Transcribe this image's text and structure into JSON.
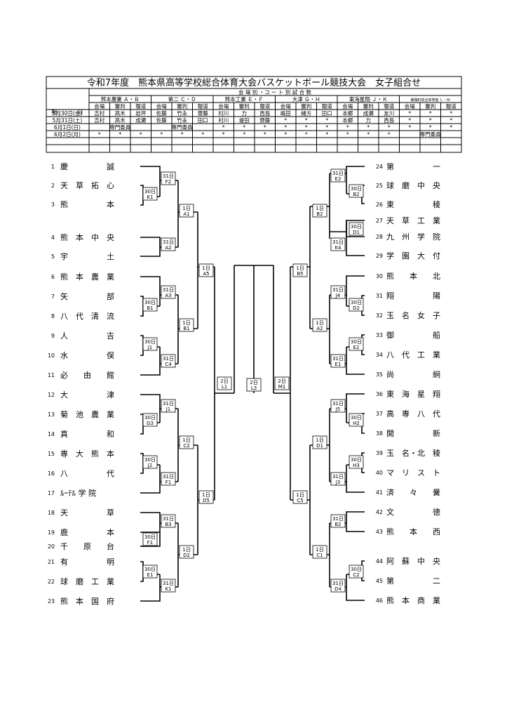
{
  "title": "令和7年度　熊本県高等学校総合体育大会バスケットボール競技大会　女子組合せ",
  "schedule": {
    "caption": "会 場 別 ・コ ー ト 別 試 合 数",
    "day_header": "期　　　　日",
    "venues": [
      "熊本農業 Ａ・Ｂ",
      "第二 Ｃ・Ｄ",
      "熊本工業 Ｅ・Ｆ",
      "大津 Ｇ・Ｈ",
      "東海星翔 Ｊ・Ｋ",
      "菊陽町総合体育館 Ｌ・Ｍ"
    ],
    "roles": [
      "会場",
      "審判",
      "報道"
    ],
    "rows": [
      {
        "date": "5月30日(金)",
        "cells": [
          "吉村",
          "高木",
          "岩坪",
          "佐藤",
          "竹永",
          "齋藤",
          "村川",
          "力",
          "西島",
          "嶋田",
          "緒方",
          "田口",
          "本郷",
          "成瀬",
          "友川",
          "*",
          "*",
          "*"
        ]
      },
      {
        "date": "5月31日(土)",
        "cells": [
          "吉村",
          "高木",
          "成瀬",
          "佐藤",
          "竹永",
          "田口",
          "村川",
          "堤田",
          "齋藤",
          "*",
          "*",
          "*",
          "本郷",
          "力",
          "西島",
          "*",
          "*",
          "*"
        ]
      },
      {
        "date": "6月1日(日)",
        "cells": [
          "専門委員",
          "",
          "",
          "専門委員",
          "",
          "",
          "*",
          "*",
          "*",
          "*",
          "*",
          "*",
          "*",
          "*",
          "*",
          "*",
          "*",
          "*"
        ]
      },
      {
        "date": "6月2日(月)",
        "cells": [
          "*",
          "*",
          "*",
          "*",
          "*",
          "*",
          "*",
          "*",
          "*",
          "*",
          "*",
          "*",
          "*",
          "*",
          "*",
          "専門委員",
          "",
          ""
        ]
      }
    ]
  },
  "left_teams": [
    {
      "seed": "1",
      "name": "慶　　　　　誠"
    },
    {
      "seed": "2",
      "name": "天　草　拓　心"
    },
    {
      "seed": "3",
      "name": "熊　　　　　本"
    },
    {
      "seed": "4",
      "name": "熊　本　中　央"
    },
    {
      "seed": "5",
      "name": "宇　　　　　土"
    },
    {
      "seed": "6",
      "name": "熊　本　農　業"
    },
    {
      "seed": "7",
      "name": "矢　　　　　部"
    },
    {
      "seed": "8",
      "name": "八　代　清　流"
    },
    {
      "seed": "9",
      "name": "人　　　　　吉"
    },
    {
      "seed": "10",
      "name": "水　　　　　俣"
    },
    {
      "seed": "11",
      "name": "必　　由　　館"
    },
    {
      "seed": "12",
      "name": "大　　　　　津"
    },
    {
      "seed": "13",
      "name": "菊　池　農　業"
    },
    {
      "seed": "14",
      "name": "真　　　　　和"
    },
    {
      "seed": "15",
      "name": "専　大　熊　本"
    },
    {
      "seed": "16",
      "name": "八　　　　　代"
    },
    {
      "seed": "17",
      "name": "ﾙｰﾃﾙ 学 院"
    },
    {
      "seed": "18",
      "name": "天　　　　　草"
    },
    {
      "seed": "19",
      "name": "鹿　　　　　本"
    },
    {
      "seed": "20",
      "name": "千　　原　　台"
    },
    {
      "seed": "21",
      "name": "有　　　　　明"
    },
    {
      "seed": "22",
      "name": "球　磨　工　業"
    },
    {
      "seed": "23",
      "name": "熊　本　国　府"
    }
  ],
  "right_teams": [
    {
      "seed": "24",
      "name": "第　　　　　一"
    },
    {
      "seed": "25",
      "name": "球　磨　中　央"
    },
    {
      "seed": "26",
      "name": "東　　　　　稜"
    },
    {
      "seed": "27",
      "name": "天　草　工　業"
    },
    {
      "seed": "28",
      "name": "九　州　学　院"
    },
    {
      "seed": "29",
      "name": "学　園　大　付"
    },
    {
      "seed": "30",
      "name": "熊　　本　　北"
    },
    {
      "seed": "31",
      "name": "翔　　　　　陽"
    },
    {
      "seed": "32",
      "name": "玉　名　女　子"
    },
    {
      "seed": "33",
      "name": "御　　　　　船"
    },
    {
      "seed": "34",
      "name": "八　代　工　業"
    },
    {
      "seed": "35",
      "name": "尚　　　　　絅"
    },
    {
      "seed": "36",
      "name": "東　海　星　翔"
    },
    {
      "seed": "37",
      "name": "高　専　八　代"
    },
    {
      "seed": "38",
      "name": "開　　　　　新"
    },
    {
      "seed": "39",
      "name": "玉　名・北　稜"
    },
    {
      "seed": "40",
      "name": "マ　リ　ス　ト"
    },
    {
      "seed": "41",
      "name": "済　　々　　黌"
    },
    {
      "seed": "42",
      "name": "文　　　　　徳"
    },
    {
      "seed": "43",
      "name": "熊　　本　　西"
    },
    {
      "seed": "44",
      "name": "阿　蘇　中　央"
    },
    {
      "seed": "45",
      "name": "第　　　　　二"
    },
    {
      "seed": "46",
      "name": "熊　本　商　業"
    }
  ],
  "game_labels": {
    "L_F1": {
      "day": "30日",
      "code": "K1"
    },
    "L_F2": {
      "day": "31日",
      "code": "F2"
    },
    "L_A2": {
      "day": "31日",
      "code": "A2"
    },
    "L_A1": {
      "day": "1日",
      "code": "A1"
    },
    "L_B1s": {
      "day": "30日",
      "code": "B1"
    },
    "L_A3": {
      "day": "31日",
      "code": "A3"
    },
    "L_J1s": {
      "day": "30日",
      "code": "J1"
    },
    "L_C4": {
      "day": "31日",
      "code": "C4"
    },
    "L_B1": {
      "day": "1日",
      "code": "B1"
    },
    "L_A5": {
      "day": "1日",
      "code": "A5"
    },
    "L_G3": {
      "day": "30日",
      "code": "G3"
    },
    "L_J1": {
      "day": "31日",
      "code": "J1"
    },
    "L_J2": {
      "day": "30日",
      "code": "J2"
    },
    "L_F1b": {
      "day": "31日",
      "code": "F1"
    },
    "L_C2": {
      "day": "1日",
      "code": "C2"
    },
    "L_F1c": {
      "day": "30日",
      "code": "F1"
    },
    "L_B3": {
      "day": "31日",
      "code": "B3"
    },
    "L_E1": {
      "day": "30日",
      "code": "E1"
    },
    "L_K1": {
      "day": "31日",
      "code": "K1"
    },
    "L_D2": {
      "day": "1日",
      "code": "D2"
    },
    "L_D5": {
      "day": "1日",
      "code": "D5"
    },
    "L_L1": {
      "day": "2日",
      "code": "L1"
    },
    "C_L3": {
      "day": "2日",
      "code": "L3"
    },
    "R_M1": {
      "day": "2日",
      "code": "M1"
    },
    "R_B2s": {
      "day": "30日",
      "code": "B2"
    },
    "R_E2": {
      "day": "31日",
      "code": "E2"
    },
    "R_D1s": {
      "day": "30日",
      "code": "D1"
    },
    "R_K4": {
      "day": "31日",
      "code": "K4"
    },
    "R_B2": {
      "day": "1日",
      "code": "B2"
    },
    "R_D2s": {
      "day": "30日",
      "code": "D2"
    },
    "R_J4": {
      "day": "31日",
      "code": "J4"
    },
    "R_E2s": {
      "day": "30日",
      "code": "E2"
    },
    "R_E1": {
      "day": "31日",
      "code": "E1"
    },
    "R_A2": {
      "day": "1日",
      "code": "A2"
    },
    "R_B5": {
      "day": "1日",
      "code": "B5"
    },
    "R_H2": {
      "day": "30日",
      "code": "H2"
    },
    "R_J5": {
      "day": "31日",
      "code": "J5"
    },
    "R_H3": {
      "day": "30日",
      "code": "H3"
    },
    "R_J3": {
      "day": "31日",
      "code": "J3"
    },
    "R_D1": {
      "day": "1日",
      "code": "D1"
    },
    "R_B2b": {
      "day": "31日",
      "code": "B2"
    },
    "R_C2": {
      "day": "30日",
      "code": "C2"
    },
    "R_D4": {
      "day": "31日",
      "code": "D4"
    },
    "R_C1": {
      "day": "1日",
      "code": "C1"
    },
    "R_C5": {
      "day": "1日",
      "code": "C5"
    }
  }
}
